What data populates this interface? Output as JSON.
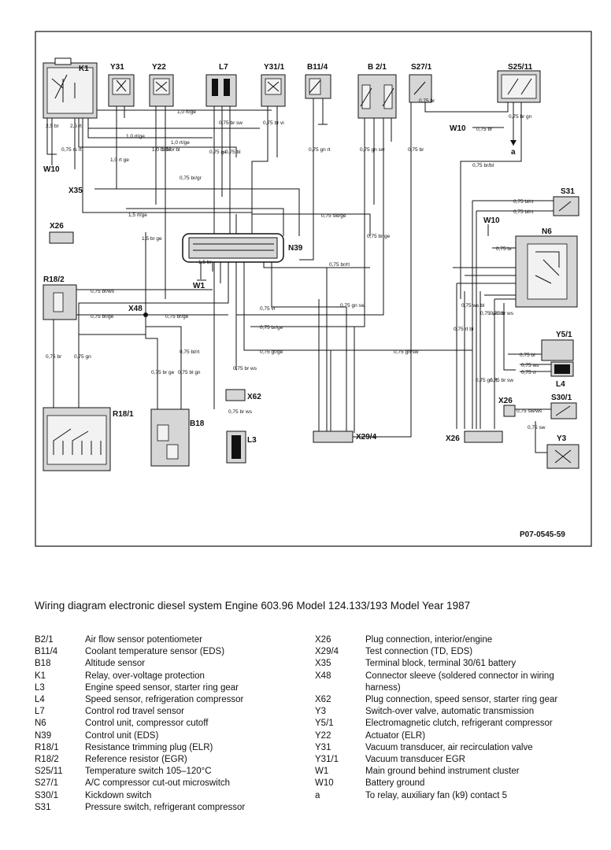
{
  "diagram": {
    "ref": "P07-0545-59",
    "components": {
      "K1": "K1",
      "Y31": "Y31",
      "Y22": "Y22",
      "L7": "L7",
      "Y31_1": "Y31/1",
      "B11_4": "B11/4",
      "B2_1": "B 2/1",
      "S27_1": "S27/1",
      "S25_11": "S25/11",
      "W10a": "W10",
      "W10b": "W10",
      "X35": "X35",
      "X26a": "X26",
      "X26b": "X26",
      "X26c": "X26",
      "N39": "N39",
      "W1": "W1",
      "R18_2": "R18/2",
      "X48": "X48",
      "S31": "S31",
      "N6": "N6",
      "R18_1": "R18/1",
      "B18": "B18",
      "X62": "X62",
      "L3": "L3",
      "X29_4": "X29/4",
      "Y5_1": "Y5/1",
      "L4": "L4",
      "S30_1": "S30/1",
      "Y3": "Y3",
      "a": "a"
    },
    "wire_labels": {
      "w1": "1,0 rt/ge",
      "w2": "1,0 rt/ge",
      "w3": "1,0 rt/ge",
      "w4": "0,75 br/gr",
      "w5": "1,5 rt/ge",
      "w6": "0,75 sw/ge",
      "w7": "0,75 br/rt",
      "w8": "0,75 br/ws",
      "w9": "0,75 br/ge",
      "w10": "0,75 br/ge",
      "w11": "0,75 vi",
      "w12": "0,75 br/ge",
      "w13": "0,75 bl/rt",
      "w14": "0,75 gr/ge",
      "w15": "0,75 gn/sw",
      "w16": "0,75 br",
      "w17": "0,75 br/bl",
      "w18": "0,75 bl/rt",
      "w19": "0,75 bl/rt",
      "w20": "0,75 br",
      "w21": "0,75 bl",
      "w22": "0,75 ws",
      "w23": "0,75 rt",
      "w24": "0,75 sw/ws",
      "w25": "2,5 br",
      "w26": "2,5 rt",
      "w27": "0,75 rs rt",
      "w28": "1,0 rt ge",
      "w29": "1,0 br bl",
      "w30": "1,0 br bl",
      "w31": "0,75 br sw",
      "w32": "0,75 ge",
      "w33": "0,75 bl",
      "w34": "0,75 br vi",
      "w35": "0,75 gn rt",
      "w36": "0,75 gn sw",
      "w37": "0,75 br ge",
      "w38": "0,75 br",
      "w39": "1,5 br ge",
      "w40": "1,5 br",
      "w41": "0,75 br",
      "w42": "0,75 gn",
      "w43": "0,75 br ge",
      "w44": "0,75 bl gn",
      "w45": "0,75 br ws",
      "w46": "0,75 br ws",
      "w47": "0,75 gn sw",
      "w48": "0,75 ws bl",
      "w49": "0,75 sw bl",
      "w50": "0,75 br ws",
      "w51": "0,75 rt bl",
      "w52": "0,75 gn rt",
      "w53": "0,75 br sw",
      "w54": "0,75 sw",
      "w55": "0,75 br gn",
      "w56": "0,75 br"
    }
  },
  "caption": "Wiring diagram electronic diesel system Engine 603.96  Model 124.133/193 Model Year 1987",
  "legend_left": [
    {
      "code": "B2/1",
      "desc": "Air flow sensor potentiometer"
    },
    {
      "code": "B11/4",
      "desc": "Coolant temperature sensor (EDS)"
    },
    {
      "code": "B18",
      "desc": "Altitude sensor"
    },
    {
      "code": "K1",
      "desc": "Relay, over-voltage protection"
    },
    {
      "code": "L3",
      "desc": "Engine speed sensor, starter ring gear"
    },
    {
      "code": "L4",
      "desc": "Speed sensor, refrigeration compressor"
    },
    {
      "code": "L7",
      "desc": "Control rod travel sensor"
    },
    {
      "code": "N6",
      "desc": "Control unit, compressor cutoff"
    },
    {
      "code": "N39",
      "desc": "Control unit (EDS)"
    },
    {
      "code": "R18/1",
      "desc": "Resistance trimming plug (ELR)"
    },
    {
      "code": "R18/2",
      "desc": "Reference resistor (EGR)"
    },
    {
      "code": "S25/11",
      "desc": "Temperature switch 105–120°C"
    },
    {
      "code": "S27/1",
      "desc": "A/C compressor cut-out microswitch"
    },
    {
      "code": "S30/1",
      "desc": "Kickdown switch"
    },
    {
      "code": "S31",
      "desc": "Pressure switch, refrigerant compressor"
    }
  ],
  "legend_right": [
    {
      "code": "X26",
      "desc": "Plug connection, interior/engine"
    },
    {
      "code": "X29/4",
      "desc": "Test connection (TD, EDS)"
    },
    {
      "code": "X35",
      "desc": "Terminal block, terminal 30/61 battery"
    },
    {
      "code": "X48",
      "desc": "Connector sleeve (soldered connector in wiring harness)"
    },
    {
      "code": "X62",
      "desc": "Plug connection, speed sensor, starter ring gear"
    },
    {
      "code": "Y3",
      "desc": "Switch-over valve, automatic transmission"
    },
    {
      "code": "Y5/1",
      "desc": "Electromagnetic clutch, refrigerant compressor"
    },
    {
      "code": "Y22",
      "desc": "Actuator (ELR)"
    },
    {
      "code": "Y31",
      "desc": "Vacuum transducer, air recirculation valve"
    },
    {
      "code": "Y31/1",
      "desc": "Vacuum transducer EGR"
    },
    {
      "code": "W1",
      "desc": "Main ground behind instrument cluster"
    },
    {
      "code": "W10",
      "desc": "Battery ground"
    },
    {
      "code": "a",
      "desc": "To relay, auxiliary fan (k9) contact 5"
    }
  ]
}
